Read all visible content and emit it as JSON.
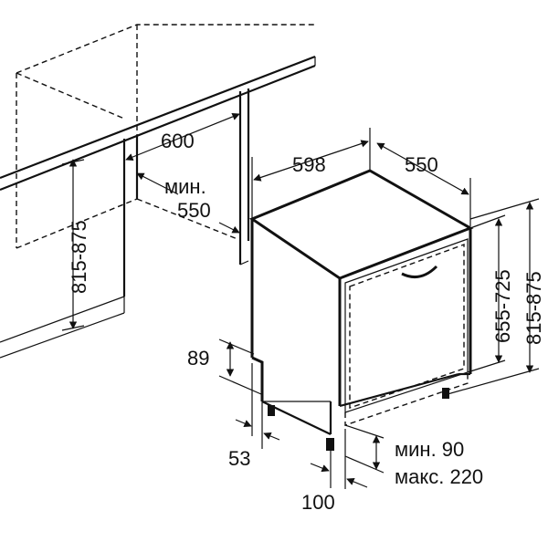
{
  "diagram": {
    "labels": {
      "cabinet_width": "600",
      "cabinet_depth_prefix": "мин.",
      "cabinet_depth": "550",
      "cabinet_height": "815-875",
      "appliance_width": "598",
      "appliance_depth": "550",
      "door_height": "655-725",
      "appliance_height": "815-875",
      "plinth_height": "89",
      "plinth_setback": "53",
      "foot_offset": "100",
      "gap_min": "мин. 90",
      "gap_max": "макс. 220"
    }
  }
}
